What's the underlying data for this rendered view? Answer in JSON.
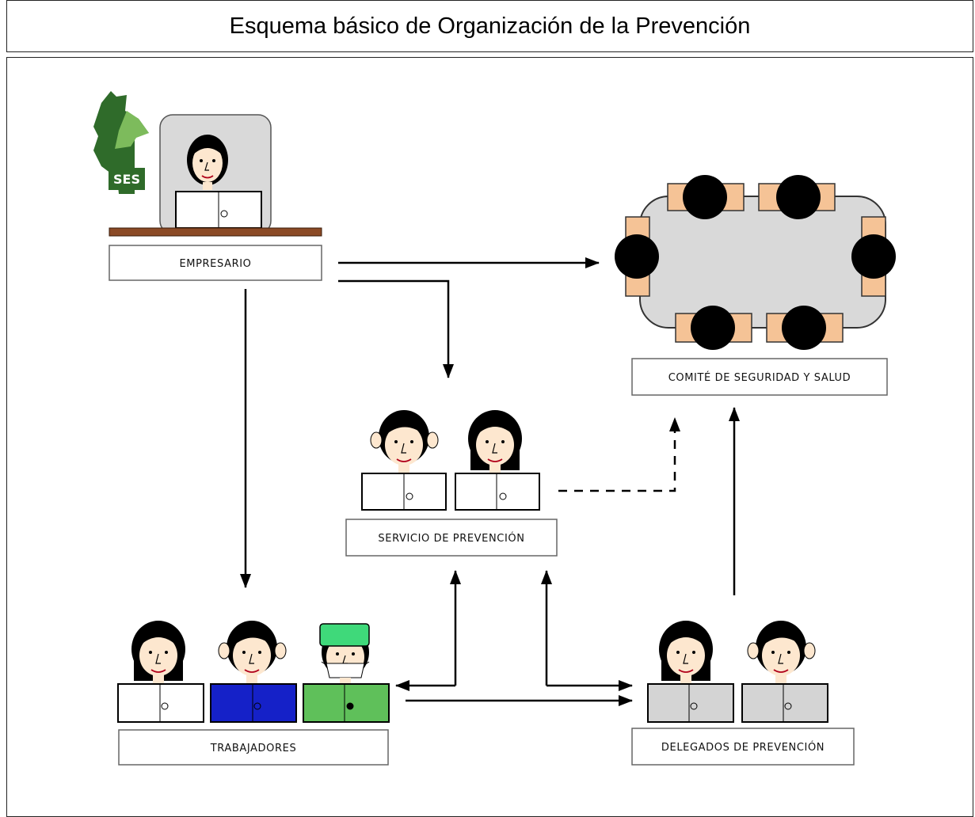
{
  "header": {
    "title": "Esquema básico de Organización de la Prevención"
  },
  "logo": {
    "text": "SES"
  },
  "nodes": {
    "empresario": "EMPRESARIO",
    "comite": "COMITÉ DE SEGURIDAD Y SALUD",
    "servicio": "SERVICIO DE PREVENCIÓN",
    "trabajadores": "TRABAJADORES",
    "delegados": "DELEGADOS DE PREVENCIÓN"
  },
  "colors": {
    "skin": "#fde7cf",
    "hair": "#000000",
    "desk": "#8b4a26",
    "chair": "#f5c396",
    "table_fill": "#d9d9d9",
    "logo_green": "#2f6b2a",
    "logo_light_green": "#7dbb5c",
    "blue_shirt": "#1521c8",
    "green_shirt": "#5fc05a",
    "surgical_cap": "#3fd97a",
    "grey_shirt": "#d4d4d4"
  }
}
